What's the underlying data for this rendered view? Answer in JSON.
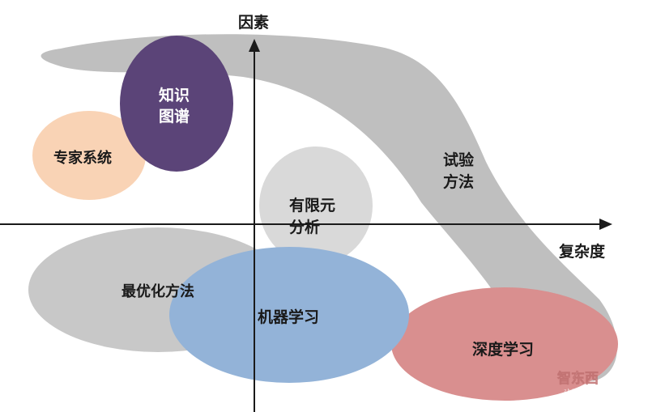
{
  "axes": {
    "y_label": "因素",
    "x_label": "复杂度"
  },
  "regions": {
    "test_method": {
      "line1": "试验",
      "line2": "方法"
    },
    "knowledge_graph": {
      "line1": "知识",
      "line2": "图谱"
    },
    "expert_system": {
      "label": "专家系统"
    },
    "finite_element": {
      "line1": "有限元",
      "line2": "分析"
    },
    "optimization": {
      "label": "最优化方法"
    },
    "machine_learning": {
      "label": "机器学习"
    },
    "deep_learning": {
      "label": "深度学习"
    }
  },
  "watermark": {
    "brand": "智东西",
    "sub": "zhidx.com"
  },
  "colors": {
    "test_method": "#bfbfbf",
    "knowledge_graph": "#5b4478",
    "expert_system": "#f9d3b5",
    "finite_element": "#d9d9d9",
    "optimization": "#c8c8c8",
    "machine_learning": "#93b3d8",
    "deep_learning": "#d98f8f",
    "axis": "#1a1a1a"
  }
}
